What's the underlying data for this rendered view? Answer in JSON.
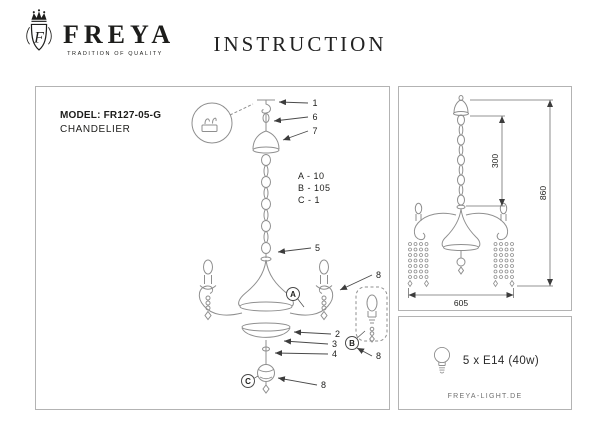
{
  "header": {
    "brand": "FREYA",
    "logo_letter": "F",
    "tagline": "TRADITION OF QUALITY",
    "title": "INSTRUCTION"
  },
  "assembly": {
    "model_label": "MODEL: FR127-05-G",
    "type_label": "CHANDELIER",
    "parts": [
      {
        "label": "A - 10"
      },
      {
        "label": "B - 105"
      },
      {
        "label": "C - 1"
      }
    ],
    "callouts": {
      "n1": "1",
      "n2": "2",
      "n3": "3",
      "n4": "4",
      "n5": "5",
      "n6": "6",
      "n7": "7",
      "n8": "8",
      "a": "A",
      "b": "B",
      "c": "C"
    }
  },
  "dimensions": {
    "chain_mm": "300",
    "height_mm": "860",
    "width_mm": "605"
  },
  "spec": {
    "bulbs": "5 x E14 (40w)",
    "site": "FREYA-LIGHT.DE"
  }
}
